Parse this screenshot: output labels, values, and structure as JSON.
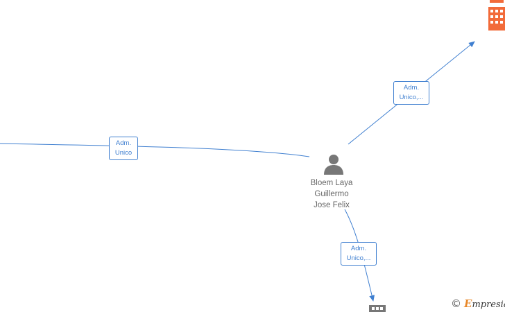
{
  "center_person": {
    "name_lines": [
      "Bloem Laya",
      "Guillermo",
      "Jose Felix"
    ]
  },
  "edges": [
    {
      "label_lines": [
        "Adm.",
        "Unico"
      ]
    },
    {
      "label_lines": [
        "Adm.",
        "Unico,..."
      ]
    },
    {
      "label_lines": [
        "Adm.",
        "Unico,..."
      ]
    }
  ],
  "nodes": {
    "top_right": {
      "icon": "building-icon",
      "color": "#f26b3a"
    },
    "bottom": {
      "icon": "building-icon",
      "color": "#777777"
    }
  },
  "colors": {
    "edge": "#3f7fd0",
    "person_icon": "#777777",
    "name_text": "#666666"
  },
  "brand": {
    "copyright_symbol": "©",
    "first_letter": "E",
    "rest": "mpresia"
  }
}
